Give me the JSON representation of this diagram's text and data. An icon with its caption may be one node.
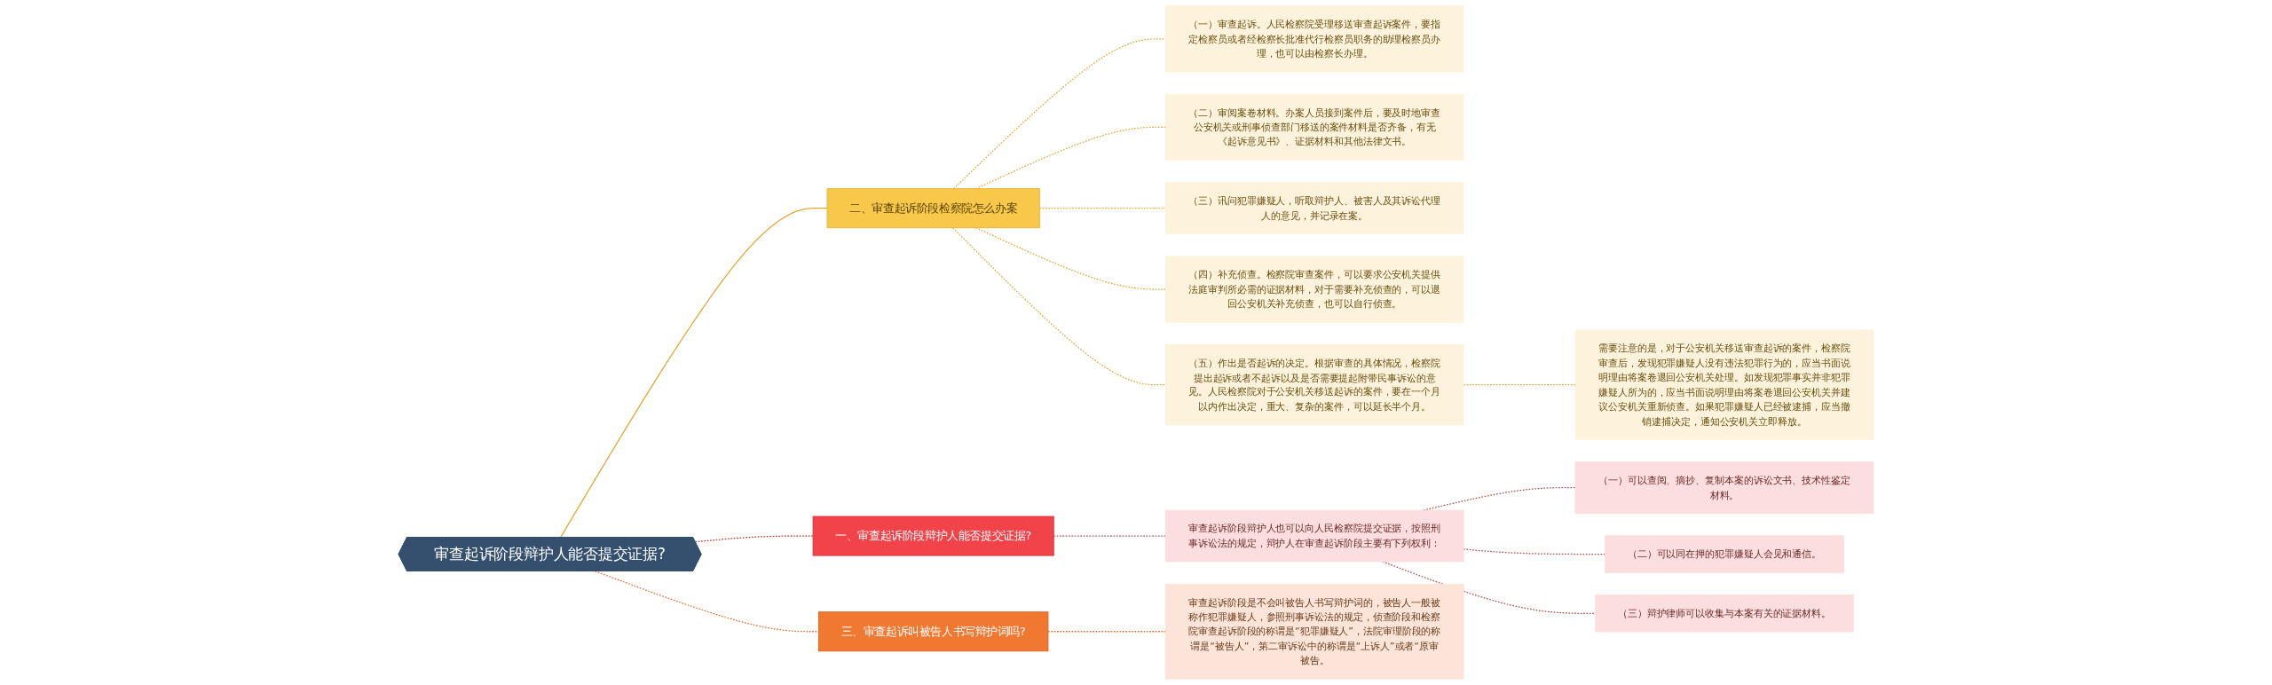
{
  "diagram": {
    "nodes": [
      {
        "text": [
          "审查起诉阶段辩护人能否提交证据?"
        ]
      },
      {
        "text": [
          "二、审查起诉阶段检察院怎么办案"
        ]
      },
      {
        "text": [
          "（一）审查起诉。人民检察院受理移送审查起诉案件，要指定检察员或者经检察长批准代行检察员职务的助理检察员办理，也可以由检察长办理。"
        ]
      },
      {
        "text": [
          "（二）审阅案卷材料。办案人员接到案件后，要及时地审查公安机关或刑事侦查部门移送的案件材料是否齐备，有无《起诉意见书》、证据材料和其他法律文书。"
        ]
      },
      {
        "text": [
          "（三）讯问犯罪嫌疑人，听取辩护人、被害人及其诉讼代理人的意见，并记录在案。"
        ]
      },
      {
        "text": [
          "（四）补充侦查。检察院审查案件，可以要求公安机关提供法庭审判所必需的证据材料，对于需要补充侦查的，可以退回公安机关补充侦查，也可以自行侦查。"
        ]
      },
      {
        "text": [
          "（五）作出是否起诉的决定。根据审查的具体情况，检察院提出起诉或者不起诉以及是否需要提起附带民事诉讼的意见。人民检察院对于公安机关移送起诉的案件，要在一个月以内作出决定，重大、复杂的案件，可以延长半个月。"
        ]
      },
      {
        "text": [
          "需要注意的是，对于公安机关移送审查起诉的案件，检察院审查后，发现犯罪嫌疑人没有违法犯罪行为的，应当书面说明理由将案卷退回公安机关处理。如发现犯罪事实并非犯罪嫌疑人所为的，应当书面说明理由将案卷退回公安机关并建议公安机关重新侦查。如果犯罪嫌疑人已经被逮捕，应当撤销逮捕决定，通知公安机关立即释放。"
        ]
      },
      {
        "text": [
          "一、审查起诉阶段辩护人能否提交证据?"
        ]
      },
      {
        "text": [
          "审查起诉阶段辩护人也可以向人民检察院提交证据，按照刑事诉讼法的规定，辩护人在审查起诉阶段主要有下列权利："
        ]
      },
      {
        "text": [
          "（一）可以查阅、摘抄、复制本案的诉讼文书、技术性鉴定材料。"
        ]
      },
      {
        "text": [
          "（二）可以同在押的犯罪嫌疑人会见和通信。"
        ]
      },
      {
        "text": [
          "（三）辩护律师可以收集与本案有关的证据材料。"
        ]
      },
      {
        "text": [
          "三、审查起诉叫被告人书写辩护词吗?"
        ]
      },
      {
        "text": [
          "审查起诉阶段是不会叫被告人书写辩护词的，被告人一般被称作犯罪嫌疑人，参照刑事诉讼法的规定，侦查阶段和检察院审查起诉阶段的称谓是“犯罪嫌疑人”，法院审理阶段的称谓是“被告人”，第二审诉讼中的称谓是“上诉人”或者“原审被告。"
        ]
      }
    ],
    "edges": [
      {
        "from": 0,
        "to": 1,
        "arrow": "none"
      },
      {
        "from": 1,
        "to": 2,
        "arrow": "none",
        "style": "dashed"
      },
      {
        "from": 1,
        "to": 3,
        "arrow": "none",
        "style": "dashed"
      },
      {
        "from": 1,
        "to": 4,
        "arrow": "none",
        "style": "dashed"
      },
      {
        "from": 1,
        "to": 5,
        "arrow": "none",
        "style": "dashed"
      },
      {
        "from": 1,
        "to": 6,
        "arrow": "none",
        "style": "dashed"
      },
      {
        "from": 6,
        "to": 7,
        "arrow": "none",
        "style": "dashed"
      },
      {
        "from": 0,
        "to": 8,
        "arrow": "none",
        "style": "dashed",
        "color": "#c0392b"
      },
      {
        "from": 8,
        "to": 9,
        "arrow": "none",
        "style": "dashed",
        "color": "#b05050"
      },
      {
        "from": 9,
        "to": 10,
        "arrow": "none",
        "style": "dashed",
        "color": "#b05050"
      },
      {
        "from": 9,
        "to": 11,
        "arrow": "none",
        "style": "dashed",
        "color": "#b05050"
      },
      {
        "from": 9,
        "to": 12,
        "arrow": "none",
        "style": "dashed",
        "color": "#b05050"
      },
      {
        "from": 0,
        "to": 13,
        "arrow": "none",
        "style": "dashed",
        "color": "#e07030"
      },
      {
        "from": 13,
        "to": 14,
        "arrow": "none",
        "style": "dashed",
        "color": "#e07030"
      }
    ]
  }
}
